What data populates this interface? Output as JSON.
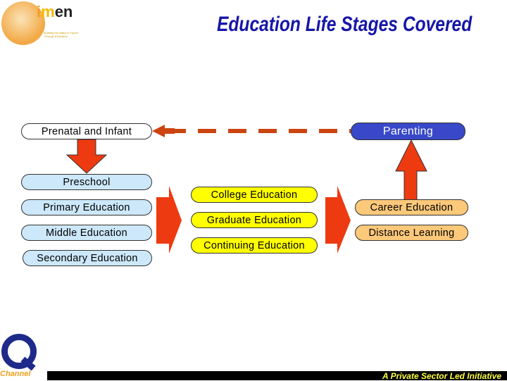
{
  "header": {
    "title": "Education Life Stages Covered",
    "logo": {
      "name": "imen",
      "tagline": "Building the Nation's Future Through Education"
    }
  },
  "left_column": [
    "Preschool",
    "Primary Education",
    "Middle Education",
    "Secondary Education"
  ],
  "top_left": "Prenatal and Infant",
  "top_right": "Parenting",
  "middle_column": [
    "College Education",
    "Graduate Education",
    "Continuing Education"
  ],
  "right_column": [
    "Career Education",
    "Distance Learning"
  ],
  "footer": {
    "text": "A Private Sector Led Initiative",
    "logo": "Channel"
  },
  "colors": {
    "title": "#1616a8",
    "arrow": "#ee3a10",
    "dash": "#cc4410",
    "parenting": "#3848c8",
    "left": "#cce8fa",
    "middle": "#ffff00",
    "right": "#fcc87a"
  }
}
